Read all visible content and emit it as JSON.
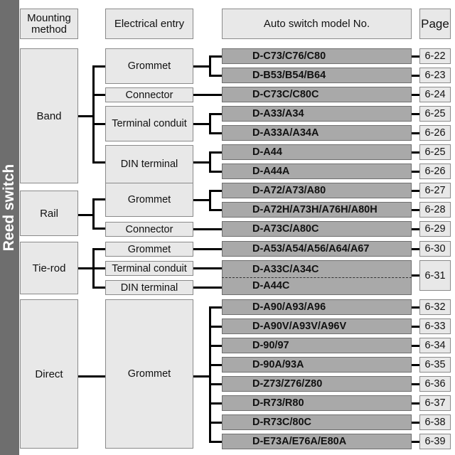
{
  "side_label": "Reed switch",
  "headers": {
    "mounting_method": "Mounting method",
    "electrical_entry": "Electrical entry",
    "model_no": "Auto switch model No.",
    "page": "Page"
  },
  "groups": [
    {
      "mounting": "Band",
      "entries": [
        {
          "label": "Grommet",
          "models": [
            "D-C73/C76/C80",
            "D-B53/B54/B64"
          ],
          "pages": [
            "6-22",
            "6-23"
          ]
        },
        {
          "label": "Connector",
          "models": [
            "D-C73C/C80C"
          ],
          "pages": [
            "6-24"
          ]
        },
        {
          "label": "Terminal conduit",
          "models": [
            "D-A33/A34",
            "D-A33A/A34A"
          ],
          "pages": [
            "6-25",
            "6-26"
          ]
        },
        {
          "label": "DIN terminal",
          "models": [
            "D-A44",
            "D-A44A"
          ],
          "pages": [
            "6-25",
            "6-26"
          ]
        }
      ]
    },
    {
      "mounting": "Rail",
      "entries": [
        {
          "label": "Grommet",
          "models": [
            "D-A72/A73/A80",
            "D-A72H/A73H/A76H/A80H"
          ],
          "pages": [
            "6-27",
            "6-28"
          ]
        },
        {
          "label": "Connector",
          "models": [
            "D-A73C/A80C"
          ],
          "pages": [
            "6-29"
          ]
        }
      ]
    },
    {
      "mounting": "Tie-rod",
      "entries": [
        {
          "label": "Grommet",
          "models": [
            "D-A53/A54/A56/A64/A67"
          ],
          "pages": [
            "6-30"
          ]
        },
        {
          "label": "Terminal conduit",
          "models": [
            "D-A33C/A34C"
          ],
          "pages": [
            "6-31"
          ]
        },
        {
          "label": "DIN terminal",
          "models": [
            "D-A44C"
          ],
          "pages": []
        }
      ]
    },
    {
      "mounting": "Direct",
      "entries": [
        {
          "label": "Grommet",
          "models": [
            "D-A90/A93/A96",
            "D-A90V/A93V/A96V",
            "D-90/97",
            "D-90A/93A",
            "D-Z73/Z76/Z80",
            "D-R73/R80",
            "D-R73C/80C",
            "D-E73A/E76A/E80A"
          ],
          "pages": [
            "6-32",
            "6-33",
            "6-34",
            "6-35",
            "6-36",
            "6-37",
            "6-38",
            "6-39"
          ]
        }
      ]
    }
  ]
}
